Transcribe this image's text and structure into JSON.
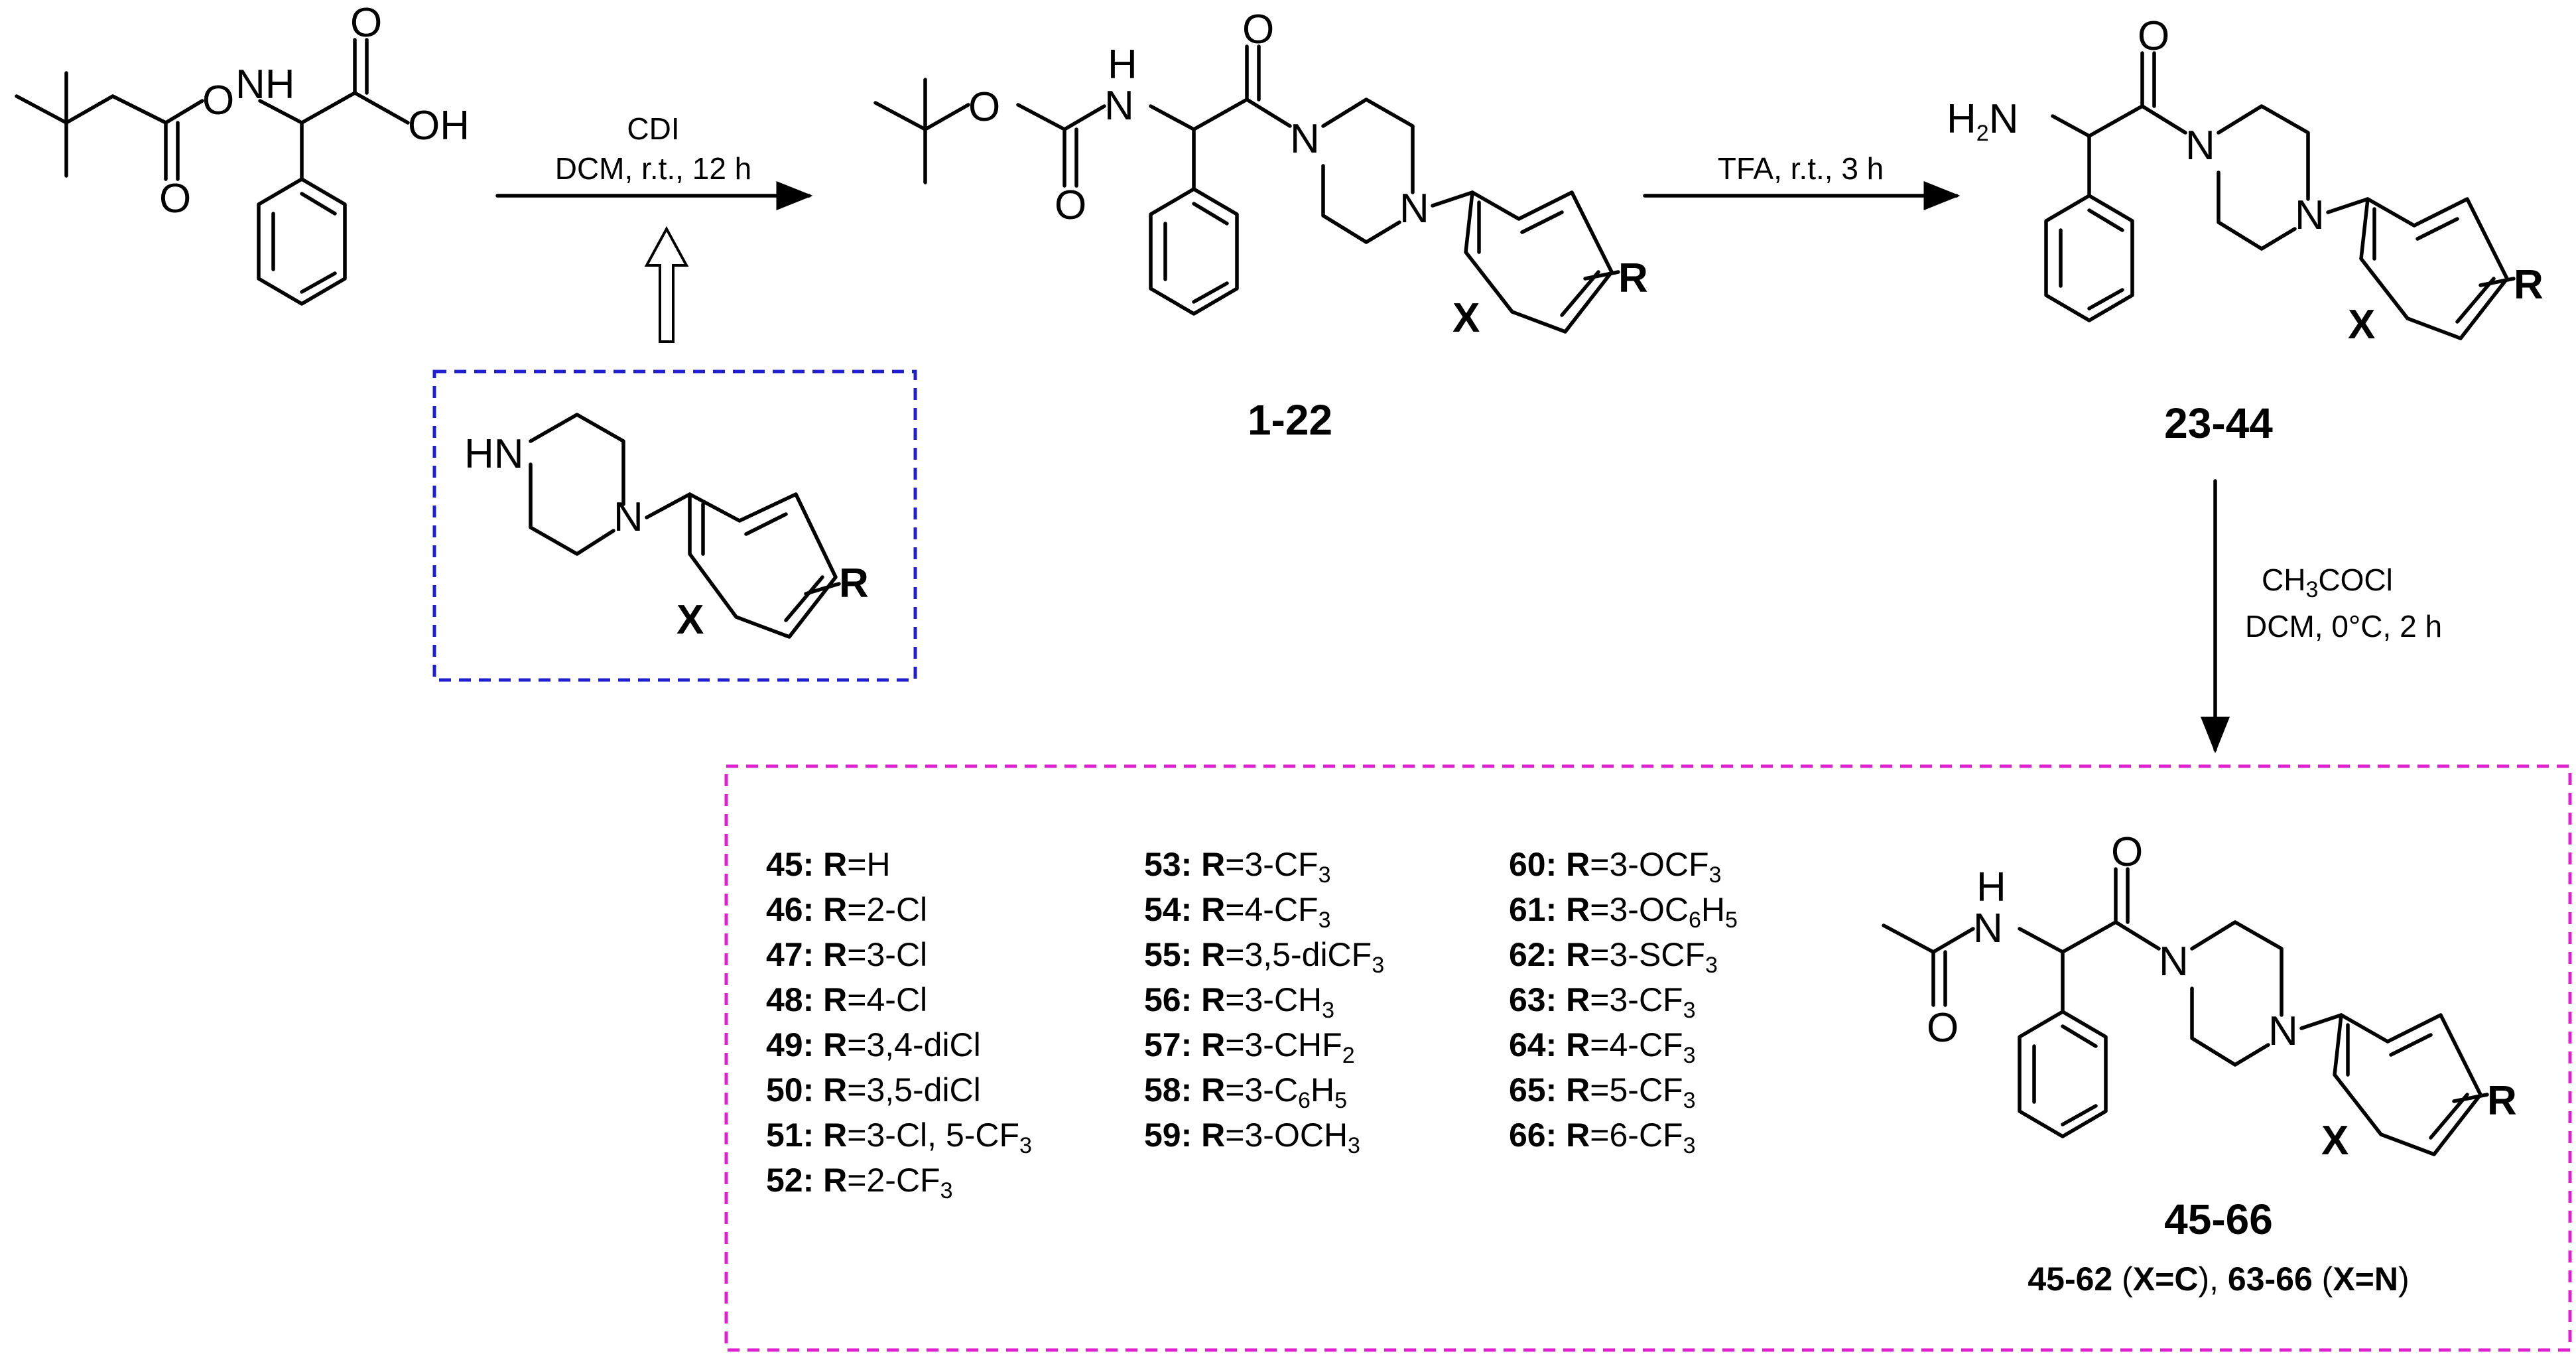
{
  "compounds": {
    "c1_22": "1-22",
    "c23_44": "23-44",
    "c45_66": "45-66",
    "split": {
      "a": "45-62",
      "b": " (",
      "c": "X=C",
      "d": "), ",
      "e": "63-66",
      "f": " (",
      "g": "X=N",
      "h": ")"
    }
  },
  "steps": {
    "step1": {
      "reagent": "CDI",
      "conditions": "DCM, r.t., 12 h"
    },
    "step2": {
      "conditions": "TFA, r.t., 3 h"
    },
    "step3": {
      "reagent_a": "CH",
      "reagent_sub": "3",
      "reagent_b": "COCl",
      "conditions": "DCM, 0°C, 2 h"
    }
  },
  "atoms": {
    "O": "O",
    "OH": "OH",
    "NH": "NH",
    "N": "N",
    "H": "H",
    "HN": "HN",
    "H2N_a": "H",
    "H2N_sub": "2",
    "H2N_b": "N",
    "X": "X",
    "R": "R"
  },
  "substituents": [
    {
      "n": "45:",
      "r": "R",
      "v": "=H"
    },
    {
      "n": "46:",
      "r": "R",
      "v": "=2-Cl"
    },
    {
      "n": "47:",
      "r": "R",
      "v": "=3-Cl"
    },
    {
      "n": "48:",
      "r": "R",
      "v": "=4-Cl"
    },
    {
      "n": "49:",
      "r": "R",
      "v": "=3,4-diCl"
    },
    {
      "n": "50:",
      "r": "R",
      "v": "=3,5-diCl"
    },
    {
      "n": "51:",
      "r": "R",
      "v": "=3-Cl, 5-CF",
      "s": "3"
    },
    {
      "n": "52:",
      "r": "R",
      "v": "=2-CF",
      "s": "3"
    },
    {
      "n": "53:",
      "r": "R",
      "v": "=3-CF",
      "s": "3"
    },
    {
      "n": "54:",
      "r": "R",
      "v": "=4-CF",
      "s": "3"
    },
    {
      "n": "55:",
      "r": "R",
      "v": "=3,5-diCF",
      "s": "3"
    },
    {
      "n": "56:",
      "r": "R",
      "v": "=3-CH",
      "s": "3"
    },
    {
      "n": "57:",
      "r": "R",
      "v": "=3-CHF",
      "s": "2"
    },
    {
      "n": "58:",
      "r": "R",
      "v": "=3-C",
      "s": "6",
      "v2": "H",
      "s2": "5"
    },
    {
      "n": "59:",
      "r": "R",
      "v": "=3-OCH",
      "s": "3"
    },
    {
      "n": "60:",
      "r": "R",
      "v": "=3-OCF",
      "s": "3"
    },
    {
      "n": "61:",
      "r": "R",
      "v": "=3-OC",
      "s": "6",
      "v2": "H",
      "s2": "5"
    },
    {
      "n": "62:",
      "r": "R",
      "v": "=3-SCF",
      "s": "3"
    },
    {
      "n": "63:",
      "r": "R",
      "v": "=3-CF",
      "s": "3"
    },
    {
      "n": "64:",
      "r": "R",
      "v": "=4-CF",
      "s": "3"
    },
    {
      "n": "65:",
      "r": "R",
      "v": "=5-CF",
      "s": "3"
    },
    {
      "n": "66:",
      "r": "R",
      "v": "=6-CF",
      "s": "3"
    }
  ],
  "colors": {
    "reagent_box": "#1f1fd0",
    "product_box": "#e01fd0",
    "ink": "#000000"
  }
}
